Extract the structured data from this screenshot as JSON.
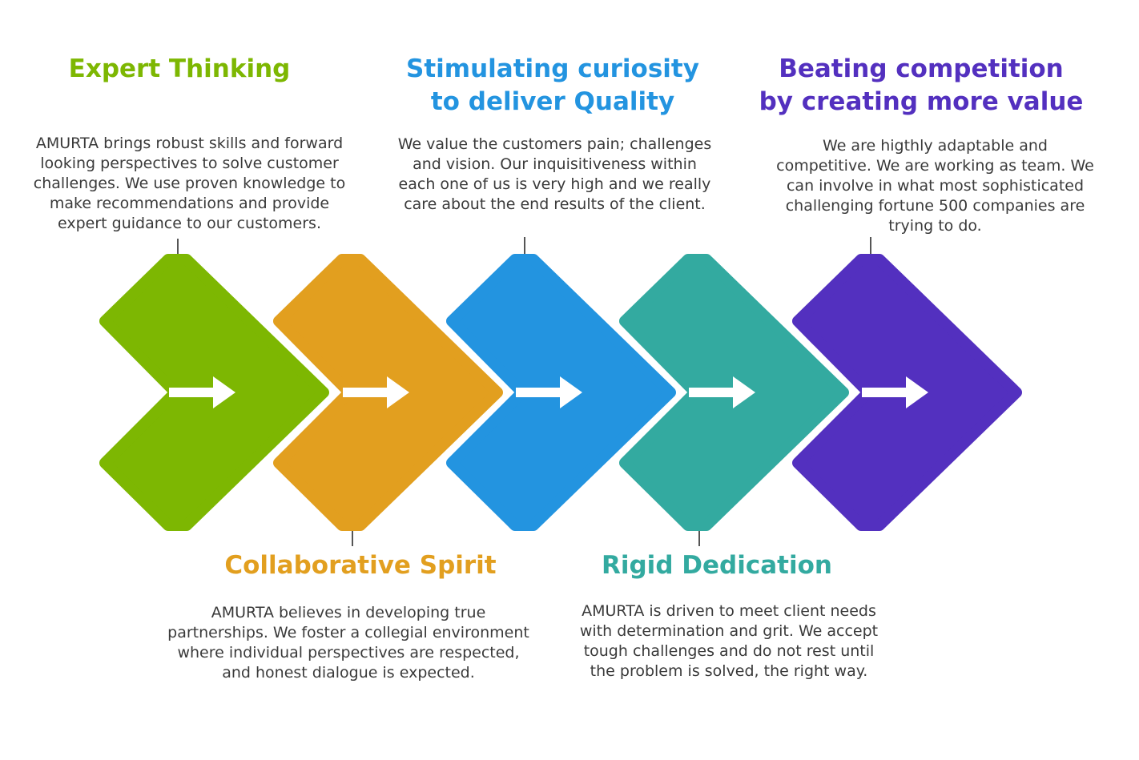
{
  "steps": [
    {
      "title_lines": [
        "Expert Thinking"
      ],
      "description_lines": [
        "AMURTA brings robust skills and forward",
        "looking perspectives to solve customer",
        "challenges. We use proven knowledge to",
        "make recommendations and provide",
        "expert guidance to our customers."
      ],
      "color": "#7db702",
      "icon": "arrow-right-icon"
    },
    {
      "title_lines": [
        "Collaborative Spirit"
      ],
      "description_lines": [
        "AMURTA believes in developing true",
        "partnerships. We foster a collegial environment",
        "where individual perspectives are respected,",
        "and honest dialogue is expected."
      ],
      "color": "#e29f1f",
      "icon": "arrow-right-icon"
    },
    {
      "title_lines": [
        "Stimulating curiosity",
        "to deliver Quality"
      ],
      "description_lines": [
        "We value the customers pain; challenges",
        "and vision. Our inquisitiveness within",
        "each one of us is very high  and we really",
        "care about the end results of the client."
      ],
      "color": "#2394e0",
      "icon": "arrow-right-icon"
    },
    {
      "title_lines": [
        "Rigid Dedication"
      ],
      "description_lines": [
        "AMURTA is driven to meet client needs",
        "with determination and grit. We accept",
        "tough challenges and do not rest until",
        "the problem is solved, the right way."
      ],
      "color": "#33aaa0",
      "icon": "arrow-right-icon"
    },
    {
      "title_lines": [
        "Beating competition",
        "by creating more value"
      ],
      "description_lines": [
        "We are higthly adaptable and",
        "competitive. We are working as team. We",
        "can involve in  what most sophisticated",
        "challenging fortune 500 companies are",
        "trying to do."
      ],
      "color": "#5330bf",
      "icon": "arrow-right-icon"
    }
  ],
  "connector_color": "#555555"
}
